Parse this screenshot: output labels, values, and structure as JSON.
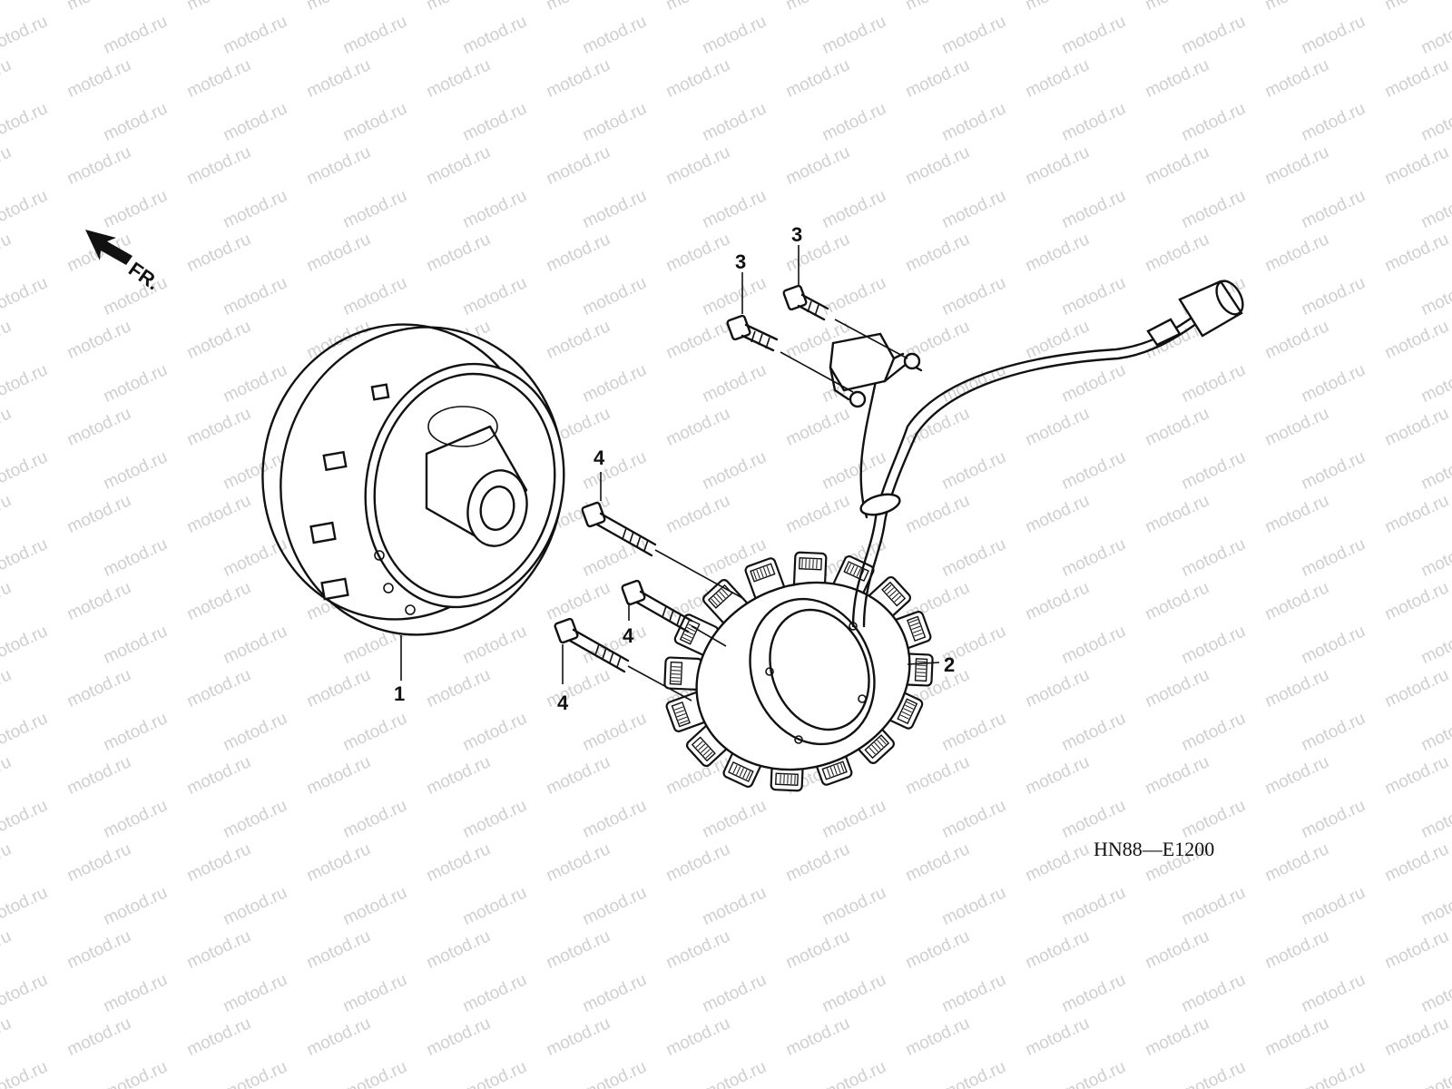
{
  "watermark": {
    "text": "motod.ru"
  },
  "direction_marker": {
    "label": "FR.",
    "icon": "arrow-left-up-icon"
  },
  "diagram_code": "HN88—E1200",
  "parts": [
    {
      "number": "1",
      "name_icon": "flywheel-rotor-icon"
    },
    {
      "number": "2",
      "name_icon": "stator-coil-icon"
    },
    {
      "number": "3",
      "name_icon": "pulse-generator-bolt-icon"
    },
    {
      "number": "3",
      "name_icon": "pulse-generator-bolt-icon"
    },
    {
      "number": "4",
      "name_icon": "stator-bolt-icon"
    },
    {
      "number": "4",
      "name_icon": "stator-bolt-icon"
    },
    {
      "number": "4",
      "name_icon": "stator-bolt-icon"
    }
  ],
  "colors": {
    "line": "#111111",
    "watermark": "#cfcfcf",
    "background": "#ffffff"
  }
}
